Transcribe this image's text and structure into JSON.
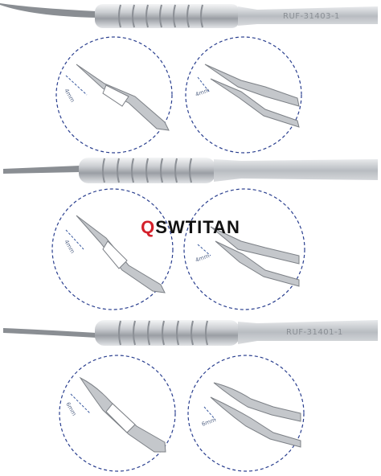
{
  "watermark": {
    "accent": "Q",
    "rest": "SWTITAN"
  },
  "instruments": [
    {
      "label": "RUF-31403-1",
      "details": [
        {
          "measure": "4mm"
        },
        {
          "measure": "4mm"
        }
      ]
    },
    {
      "label": "",
      "details": [
        {
          "measure": "4mm"
        },
        {
          "measure": "4mm"
        }
      ]
    },
    {
      "label": "RUF-31401-1",
      "details": [
        {
          "measure": "6mm"
        },
        {
          "measure": "6mm"
        }
      ]
    }
  ],
  "colors": {
    "steel_light": "#e6e8ea",
    "steel_dark": "#7c8086",
    "dash_circle": "#2a3f8f",
    "watermark_accent": "#d4202a"
  }
}
